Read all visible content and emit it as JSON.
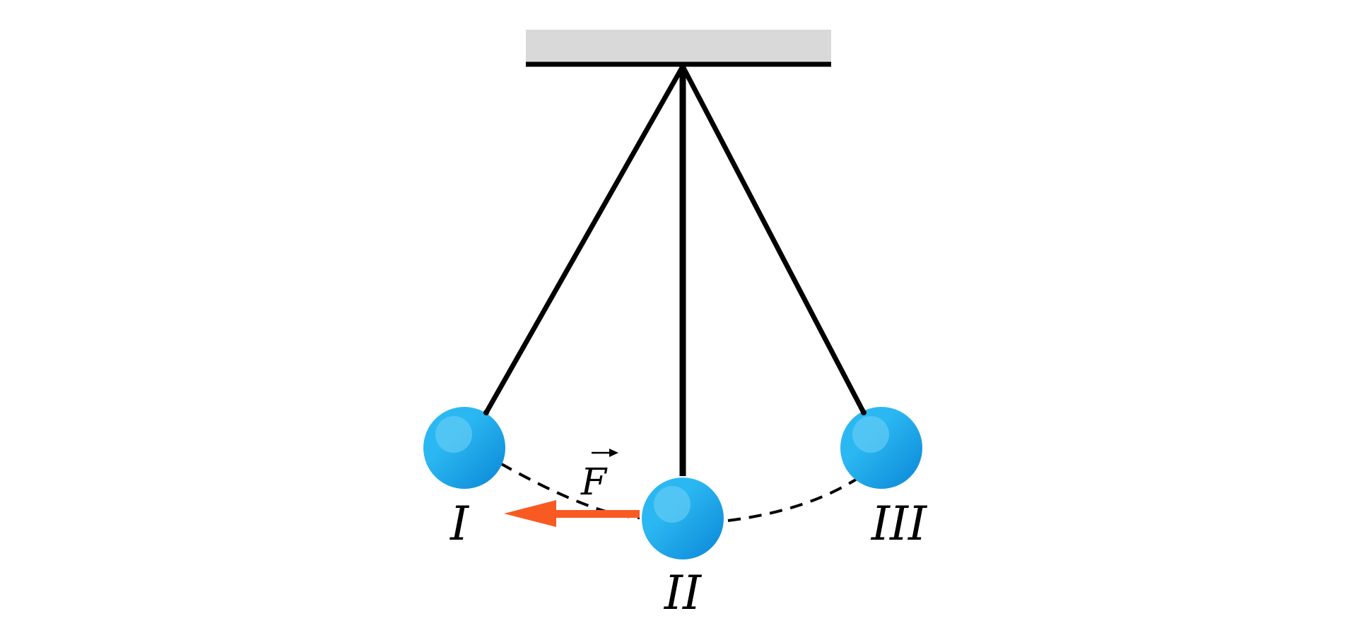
{
  "diagram": {
    "positions": [
      {
        "label": "I"
      },
      {
        "label": "II"
      },
      {
        "label": "III"
      }
    ],
    "force": {
      "label": "F",
      "direction": "left"
    }
  },
  "colors": {
    "ceiling": "#d9d9d9",
    "string": "#000000",
    "bob_light": "#2bb8f2",
    "bob_dark": "#0a86d6",
    "highlight": "#5fcaf4",
    "force_arrow": "#f95a22",
    "path": "#000000"
  }
}
